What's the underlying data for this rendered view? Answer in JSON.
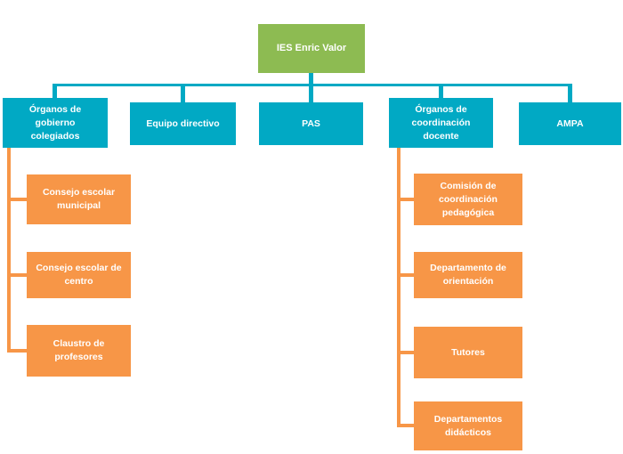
{
  "colors": {
    "root": "#8DBB52",
    "branch": "#01A9C4",
    "leaf": "#F79647",
    "background": "#FFFFFF",
    "text": "#FFFFFF"
  },
  "org": {
    "root": {
      "label": "IES Enric Valor"
    },
    "branches": [
      {
        "label": "Órganos de\ngobierno\ncolegiados",
        "children": [
          {
            "label": "Consejo escolar\nmunicipal"
          },
          {
            "label": "Consejo escolar de\ncentro"
          },
          {
            "label": "Claustro de\nprofesores"
          }
        ]
      },
      {
        "label": "Equipo directivo",
        "children": []
      },
      {
        "label": "PAS",
        "children": []
      },
      {
        "label": "Órganos de\ncoordinación\ndocente",
        "children": [
          {
            "label": "Comisión de\ncoordinación\npedagógica"
          },
          {
            "label": "Departamento de\norientación"
          },
          {
            "label": "Tutores"
          },
          {
            "label": "Departamentos\ndidácticos"
          }
        ]
      },
      {
        "label": "AMPA",
        "children": []
      }
    ],
    "chart_type": "organization-chart"
  }
}
